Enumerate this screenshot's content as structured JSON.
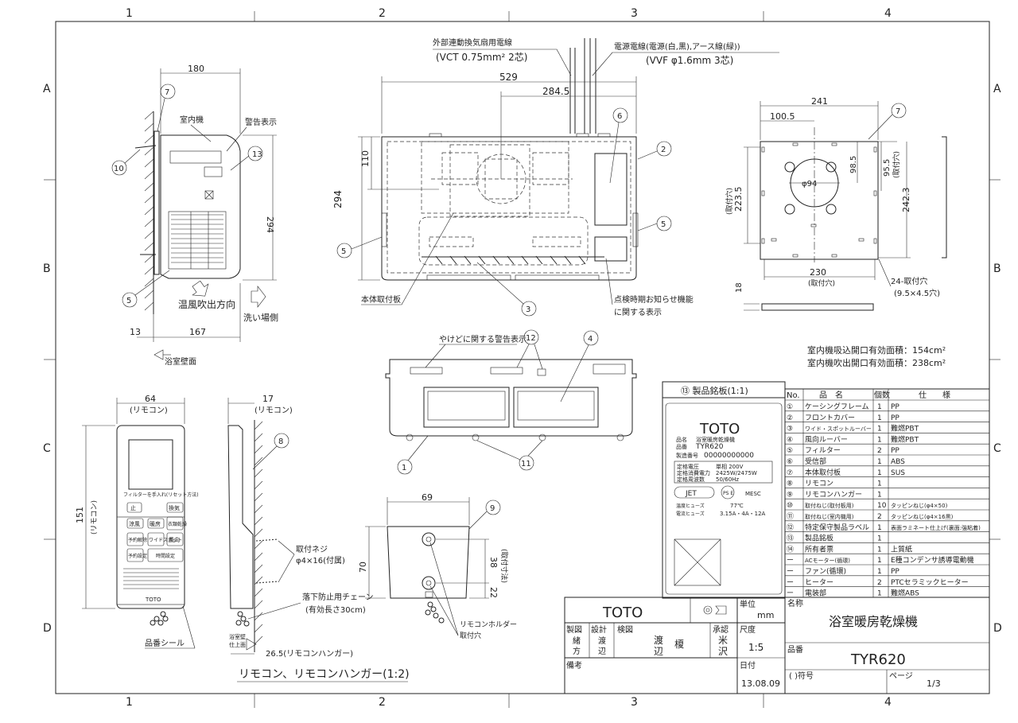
{
  "frame": {
    "columns": [
      "1",
      "2",
      "3",
      "4"
    ],
    "rows": [
      "A",
      "B",
      "C",
      "D"
    ]
  },
  "side_view": {
    "dim_width": "180",
    "dim_height": "294",
    "dim_wall": "13",
    "dim_depth": "167",
    "label_unit": "室内機",
    "label_warning": "警告表示",
    "label_warm_air": "温風吹出方向",
    "label_wash": "洗い場側",
    "label_wall": "浴室壁面"
  },
  "front_view": {
    "cable_ext_title": "外部連動換気扇用電線",
    "cable_ext_spec": "(VCT 0.75mm² 2芯)",
    "cable_power_title": "電源電線(電源(白,黒),アース線(緑))",
    "cable_power_spec": "(VVF φ1.6mm  3芯)",
    "dim_width": "529",
    "dim_half": "284.5",
    "dim_height": "294",
    "dim_top": "110",
    "label_mount_plate": "本体取付板",
    "label_lamp_1": "点検時期お知らせ機能",
    "label_lamp_2": "に関する表示"
  },
  "mount_plate_view": {
    "dim_width": "241",
    "dim_left": "100.5",
    "dim_hole": "φ94",
    "dim_985": "98.5",
    "dim_955": "95.5",
    "dim_955_note": "(取付穴)",
    "dim_2235": "223.5",
    "dim_2235_note": "(取付穴)",
    "dim_2423": "242.3",
    "dim_230": "230",
    "dim_230_note": "(取付穴)",
    "dim_holes": "24-取付穴",
    "dim_holes_size": "(9.5×4.5穴)",
    "dim_18": "18"
  },
  "area_notes": {
    "intake": "室内機吸込開口有効面積：154cm²",
    "outlet": "室内機吹出開口有効面積：238cm²"
  },
  "bottom_view": {
    "label_burn_warning": "やけどに関する警告表示"
  },
  "remote_view": {
    "dim_width": "64",
    "dim_width_note": "(リモコン)",
    "dim_depth": "17",
    "dim_depth_note": "(リモコン)",
    "dim_height": "151",
    "dim_height_note": "(リモコン)",
    "screw_1": "取付ネジ",
    "screw_2": "φ4×16(付属)",
    "chain_1": "落下防止用チェーン",
    "chain_2": "(有効長さ30cm)",
    "wall_note_1": "浴室壁",
    "wall_note_2": "仕上面",
    "dim_hanger": "26.5(リモコンハンガー)",
    "label_sticker": "品番シール",
    "caption": "リモコン、リモコンハンガー(1:2)",
    "btn_stop": "止",
    "btn_ventilate": "換気",
    "btn_cool": "涼風",
    "btn_warm": "暖房",
    "btn_dry": "衣類乾燥",
    "btn_reserve": "予約解除",
    "btn_wide": "ワイドスポット",
    "btn_dir": "風向",
    "btn_set": "予約設定",
    "btn_time": "時間設定",
    "brand": "TOTO",
    "filter_note": "フィルターを手入れ(リセット方法)"
  },
  "holder_view": {
    "dim_width": "69",
    "dim_70": "70",
    "dim_38": "38",
    "dim_38_note": "(取付寸法)",
    "dim_22": "22",
    "label_holder": "リモコンホルダー",
    "label_holes": "取付穴"
  },
  "nameplate": {
    "title": "⑬ 製品銘板(1:1)",
    "brand": "TOTO",
    "name_label": "品名",
    "name_value": "浴室暖房乾燥機",
    "code_label": "品番",
    "code_value": "TYR620",
    "serial_label": "製造番号",
    "serial_value": "00000000000",
    "rows": [
      {
        "label": "定格電圧",
        "value": "単相 200V"
      },
      {
        "label": "定格消費電力",
        "value": "2425W/2475W"
      },
      {
        "label": "定格周波数",
        "value": "50/60Hz"
      }
    ],
    "jet": "JET",
    "ps": "PS E",
    "mesc": "MESC",
    "fuse_temp_label": "温度ヒューズ",
    "fuse_temp_value": "77℃",
    "fuse_curr_label": "電流ヒューズ",
    "fuse_curr_value": "3.15A・4A・12A"
  },
  "parts_table": {
    "headers": [
      "No.",
      "品　名",
      "個数",
      "仕　　様"
    ],
    "rows": [
      [
        "①",
        "ケーシングフレーム",
        "1",
        "PP"
      ],
      [
        "②",
        "フロントカバー",
        "1",
        "PP"
      ],
      [
        "③",
        "ワイド・スポットルーバー",
        "1",
        "難燃PBT"
      ],
      [
        "④",
        "風向ルーバー",
        "1",
        "難燃PBT"
      ],
      [
        "⑤",
        "フィルター",
        "2",
        "PP"
      ],
      [
        "⑥",
        "受信部",
        "1",
        "ABS"
      ],
      [
        "⑦",
        "本体取付板",
        "1",
        "SUS"
      ],
      [
        "⑧",
        "リモコン",
        "1",
        ""
      ],
      [
        "⑨",
        "リモコンハンガー",
        "1",
        ""
      ],
      [
        "⑩",
        "取付ねじ(取付板用)",
        "10",
        "タッピンねじ(φ4×50)"
      ],
      [
        "⑪",
        "取付ねじ(室内機用)",
        "2",
        "タッピンねじ(φ4×16黒)"
      ],
      [
        "⑫",
        "特定保守製品ラベル",
        "1",
        "表面ラミネート仕上げ(裏面:強粘着)"
      ],
      [
        "⑬",
        "製品銘板",
        "1",
        ""
      ],
      [
        "⑭",
        "所有者票",
        "1",
        "上質紙"
      ],
      [
        "ー",
        "ACモーター(循環)",
        "1",
        "E種コンデンサ誘導電動機"
      ],
      [
        "ー",
        "ファン(循環)",
        "1",
        "PP"
      ],
      [
        "ー",
        "ヒーター",
        "2",
        "PTCセラミックヒーター"
      ],
      [
        "ー",
        "電装部",
        "1",
        "難燃ABS"
      ]
    ]
  },
  "title_block": {
    "brand": "TOTO",
    "unit_label": "単位",
    "unit_value": "mm",
    "scale_label": "尺度",
    "scale_value": "1:5",
    "date_label": "日付",
    "date_value": "13.08.09",
    "name_label": "名称",
    "name_value": "浴室暖房乾燥機",
    "code_label": "品番",
    "code_value": "TYR620",
    "symbol_label": "(  )符号",
    "page_label": "ページ",
    "page_value": "1/3",
    "draw_label": "製図",
    "design_label": "設計",
    "check_label": "検図",
    "approve_label": "承認",
    "draw_1": "緒",
    "draw_2": "方",
    "design_1": "渡",
    "design_2": "辺",
    "check_1": "渡",
    "check_2": "辺",
    "check_3": "榎",
    "approve_1": "米",
    "approve_2": "沢",
    "remarks_label": "備考"
  },
  "balloons": [
    "1",
    "2",
    "3",
    "4",
    "5",
    "6",
    "7",
    "8",
    "9",
    "10",
    "11",
    "12",
    "13"
  ]
}
